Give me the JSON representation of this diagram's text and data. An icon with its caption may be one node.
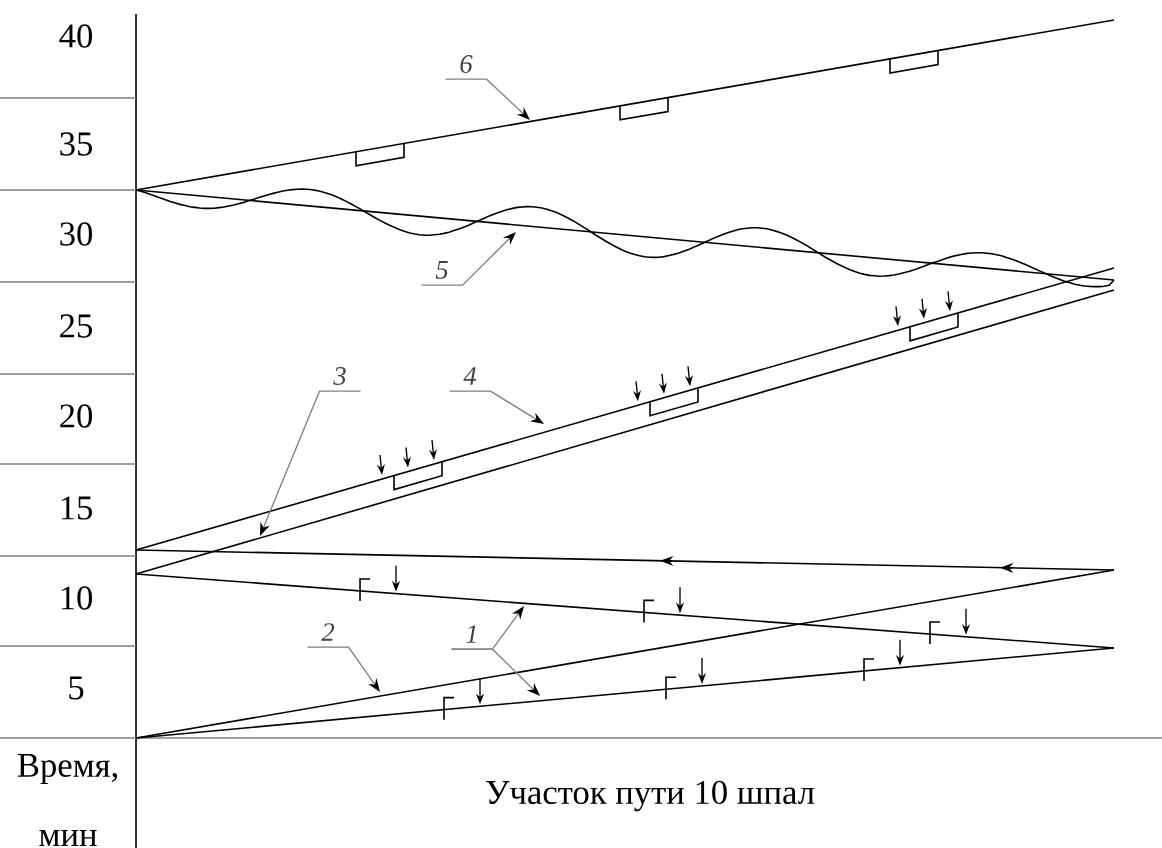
{
  "diagram": {
    "nodes": [
      {
        "text": [
          "6"
        ]
      },
      {
        "text": [
          "5"
        ]
      },
      {
        "text": [
          "3"
        ]
      },
      {
        "text": [
          "4"
        ]
      },
      {
        "text": [
          "2"
        ]
      },
      {
        "text": [
          "1"
        ]
      }
    ],
    "edges": [
      {
        "from": 0,
        "to": null,
        "arrow": "to"
      },
      {
        "from": 1,
        "to": null,
        "arrow": "to"
      },
      {
        "from": 2,
        "to": null,
        "arrow": "to"
      },
      {
        "from": 3,
        "to": null,
        "arrow": "to"
      },
      {
        "from": 4,
        "to": null,
        "arrow": "to"
      },
      {
        "from": 5,
        "to": null,
        "arrow": "to"
      },
      {
        "from": 5,
        "to": null,
        "arrow": "to"
      }
    ],
    "labels": [
      "40",
      "35",
      "30",
      "25",
      "20",
      "15",
      "10",
      "5",
      "Время, мин",
      "Участок пути 10 шпал"
    ]
  }
}
